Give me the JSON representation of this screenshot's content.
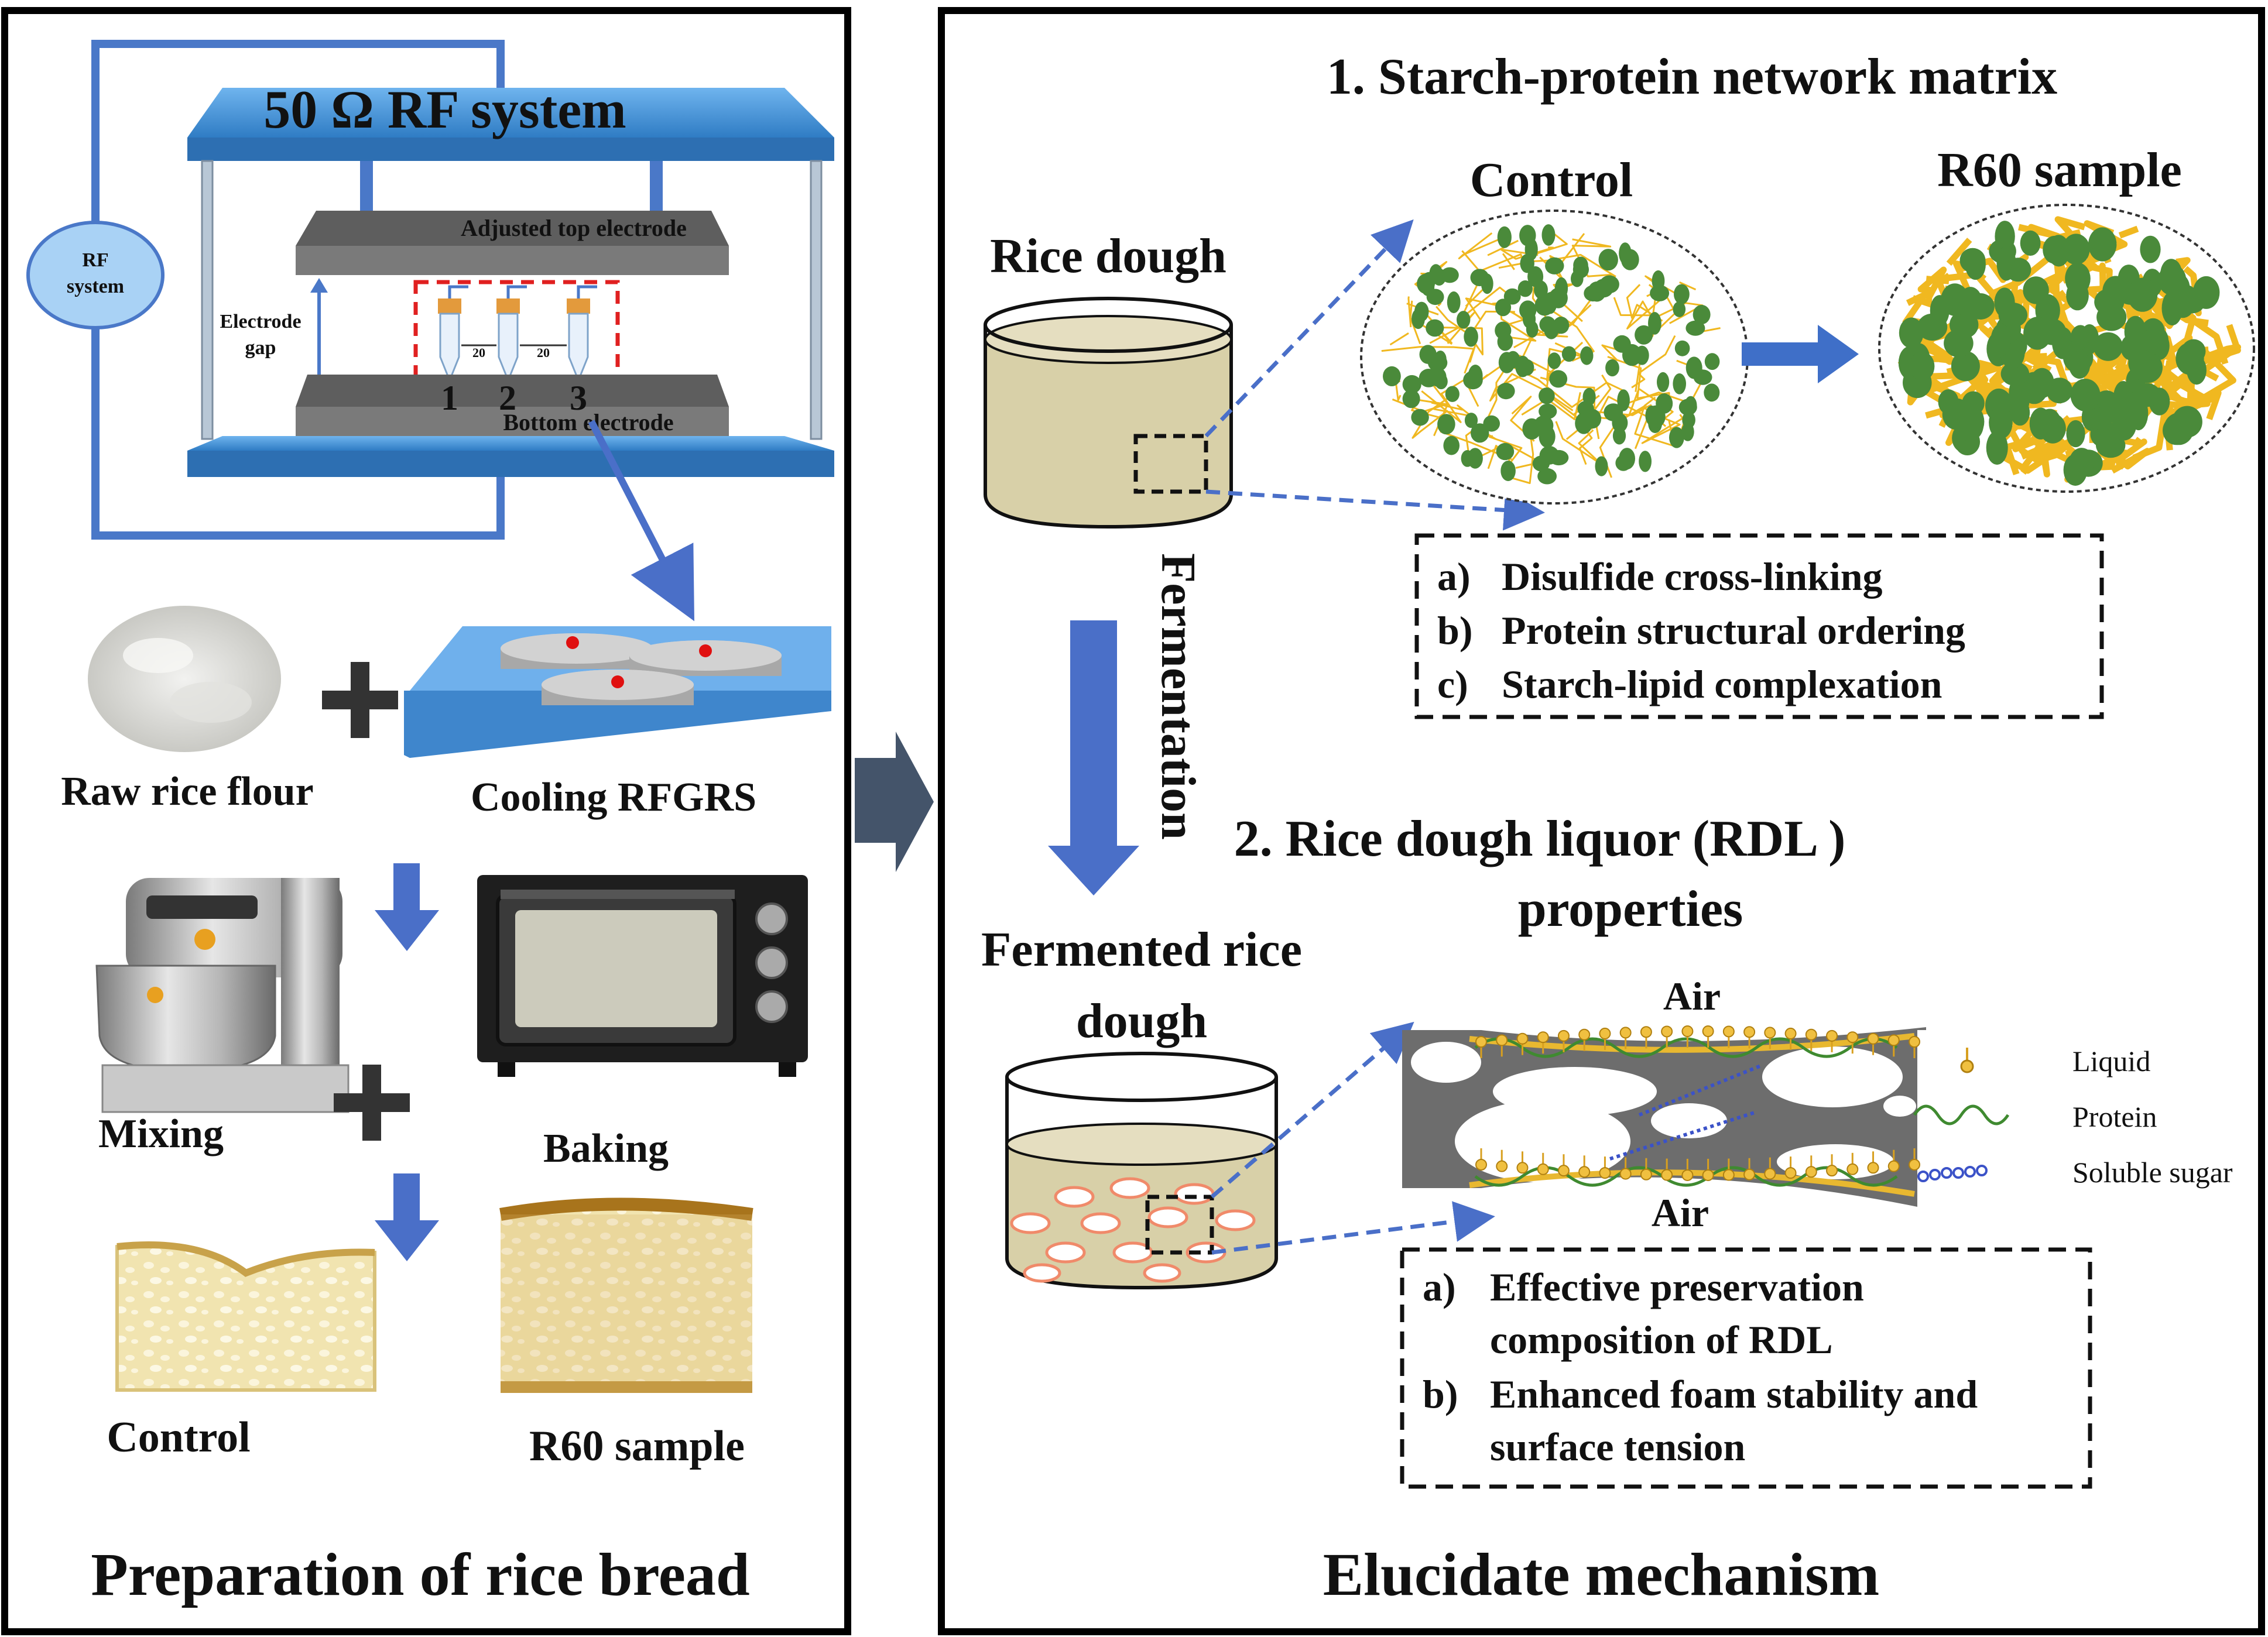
{
  "left_panel": {
    "title": "Preparation of rice bread",
    "rf_title": "50 Ω RF system",
    "rf_circle_line1": "RF",
    "rf_circle_line2": "system",
    "top_electrode": "Adjusted top electrode",
    "bottom_electrode": "Bottom electrode",
    "electrode_gap_line1": "Electrode",
    "electrode_gap_line2": "gap",
    "gap_label_1": "20",
    "gap_label_2": "20",
    "tube_1": "1",
    "tube_2": "2",
    "tube_3": "3",
    "raw_flour": "Raw rice flour",
    "cooling": "Cooling RFGRS",
    "mixing": "Mixing",
    "baking": "Baking",
    "control": "Control",
    "r60": "R60 sample"
  },
  "right_panel": {
    "title": "Elucidate mechanism",
    "section1_title": "1. Starch-protein network matrix",
    "rice_dough": "Rice dough",
    "control": "Control",
    "r60": "R60 sample",
    "fermentation": "Fermentation",
    "list1": [
      {
        "marker": "a)",
        "text": "Disulfide cross-linking"
      },
      {
        "marker": "b)",
        "text": "Protein structural ordering"
      },
      {
        "marker": "c)",
        "text": "Starch-lipid complexation"
      }
    ],
    "section2_title_line1": "2. Rice dough liquor (RDL )",
    "section2_title_line2": "properties",
    "fermented_line1": "Fermented rice",
    "fermented_line2": "dough",
    "air_top": "Air",
    "air_bottom": "Air",
    "legend": [
      "Liquid",
      "Protein",
      "Soluble sugar"
    ],
    "list2": [
      {
        "marker": "a)",
        "line1": "Effective preservation",
        "line2": "composition of RDL"
      },
      {
        "marker": "b)",
        "line1": "Enhanced foam stability and",
        "line2": "surface tension"
      }
    ]
  },
  "colors": {
    "blue_frame": "#4a78c8",
    "plate_blue": "#3f8fd6",
    "electrode_gray": "#6d6d6d",
    "red_dash": "#e02020",
    "arrow_blue": "#4a6fc8",
    "big_arrow": "#44546a",
    "starch_green": "#4a8a3a",
    "protein_yellow": "#f0b820",
    "dough": "#d8d0a8"
  }
}
